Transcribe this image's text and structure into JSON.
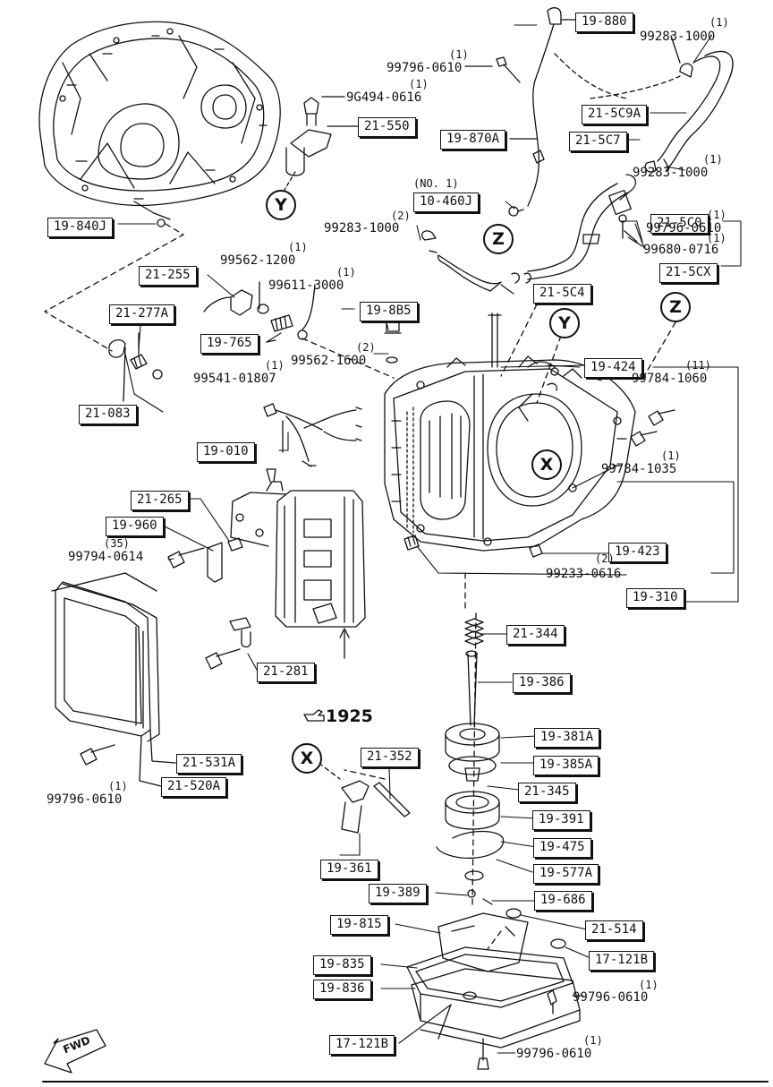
{
  "diagram": {
    "ref_page": "1925",
    "fwd": "FWD",
    "callouts": {
      "x": "X",
      "y": "Y",
      "z": "Z"
    },
    "boxed_parts": {
      "p19880": "19-880",
      "p215c9a": "21-5C9A",
      "p215c7": "21-5C7",
      "p19870a": "19-870A",
      "p21550": "21-550",
      "p10460j": "10-460J",
      "p215c0": "21-5C0",
      "p215cx": "21-5CX",
      "p215c4": "21-5C4",
      "p19840j": "19-840J",
      "p21255": "21-255",
      "p21277a": "21-277A",
      "p19765": "19-765",
      "p198b5": "19-8B5",
      "p19424": "19-424",
      "p21083": "21-083",
      "p19010": "19-010",
      "p21265": "21-265",
      "p19960": "19-960",
      "p19423": "19-423",
      "p19310": "19-310",
      "p21344": "21-344",
      "p21281": "21-281",
      "p19386": "19-386",
      "p19381a": "19-381A",
      "p19385a": "19-385A",
      "p21531a": "21-531A",
      "p21352": "21-352",
      "p21520a": "21-520A",
      "p21345": "21-345",
      "p19391": "19-391",
      "p19475": "19-475",
      "p19361": "19-361",
      "p19577a": "19-577A",
      "p19389": "19-389",
      "p19686": "19-686",
      "p19815": "19-815",
      "p21514": "21-514",
      "p17121b_r": "17-121B",
      "p19835": "19-835",
      "p19836": "19-836",
      "p17121b_l": "17-121B"
    },
    "plain_parts": {
      "n99283_1000_top": "99283-1000",
      "n99796_0610_top": "99796-0610",
      "n9g494": "9G494-0616",
      "n99283_1000_mid": "99283-1000",
      "n99283_1000_left": "99283-1000",
      "n99796_0610_mid": "99796-0610",
      "n99680": "99680-0716",
      "n99562_1200": "99562-1200",
      "n99611": "99611-3000",
      "n99562_1600": "99562-1600",
      "n99784_1060": "99784-1060",
      "n99541": "99541-01807",
      "n99784_1035": "99784-1035",
      "n99794": "99794-0614",
      "n99233": "99233-0616",
      "n99796_0610_left": "99796-0610",
      "n99796_0610_pan": "99796-0610",
      "n99796_0610_bottom": "99796-0610"
    },
    "quantities": {
      "q1": "(1)",
      "q2": "(2)",
      "q11": "(11)",
      "q35": "(35)",
      "no1": "(NO. 1)"
    }
  }
}
